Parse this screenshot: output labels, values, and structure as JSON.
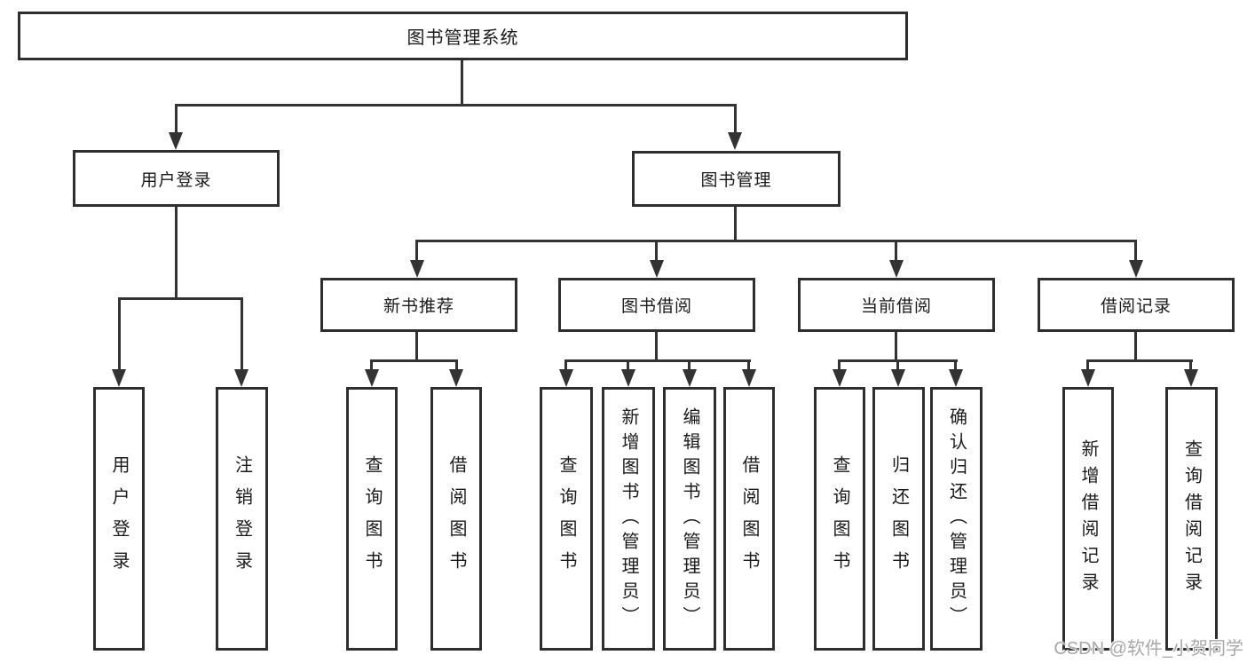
{
  "colors": {
    "line": "#333333",
    "border": "#2e2e2e",
    "text": "#1a1a1a",
    "watermark": "#a8a8a8",
    "background": "#ffffff"
  },
  "root": {
    "label": "图书管理系统"
  },
  "level2": {
    "user_login": {
      "label": "用户登录"
    },
    "book_mgmt": {
      "label": "图书管理"
    }
  },
  "level3": {
    "new_books": {
      "label": "新书推荐"
    },
    "book_borrow": {
      "label": "图书借阅"
    },
    "current_borrow": {
      "label": "当前借阅"
    },
    "borrow_records": {
      "label": "借阅记录"
    }
  },
  "leaves": {
    "user_login": {
      "label": "用户登录"
    },
    "logout": {
      "label": "注销登录"
    },
    "nb_query": {
      "label": "查询图书"
    },
    "nb_borrow": {
      "label": "借阅图书"
    },
    "bb_query": {
      "label": "查询图书"
    },
    "bb_add": {
      "label": "新增图书（管理员）"
    },
    "bb_edit": {
      "label": "编辑图书（管理员）"
    },
    "bb_borrow": {
      "label": "借阅图书"
    },
    "cb_query": {
      "label": "查询图书"
    },
    "cb_return": {
      "label": "归还图书"
    },
    "cb_confirm": {
      "label": "确认归还（管理员）"
    },
    "br_add": {
      "label": "新增借阅记录"
    },
    "br_query": {
      "label": "查询借阅记录"
    }
  },
  "watermark": {
    "text": "CSDN @软件_小贺同学"
  }
}
